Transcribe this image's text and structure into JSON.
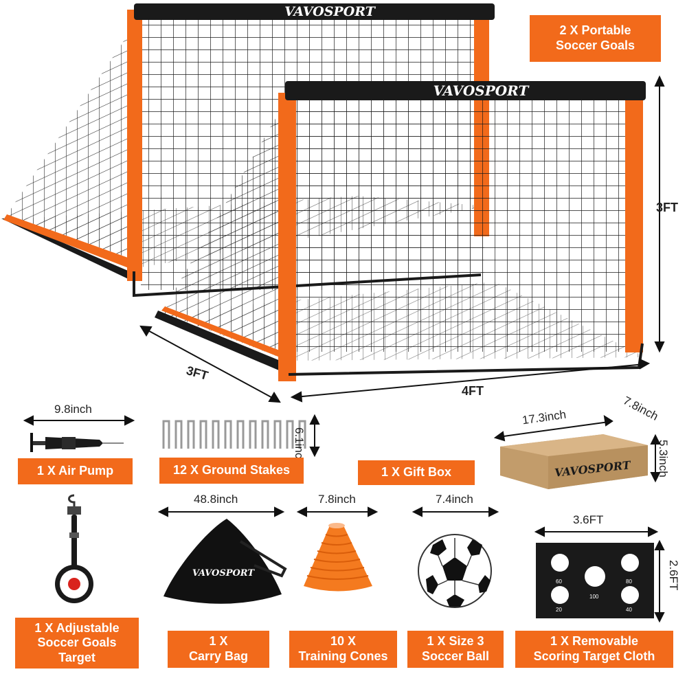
{
  "brand": "vavosport",
  "colors": {
    "accent": "#f26a1b",
    "frame": "#1a1a1a",
    "white": "#ffffff"
  },
  "labels": {
    "goals": [
      "2 X Portable",
      "Soccer Goals"
    ],
    "air_pump": "1 X Air Pump",
    "stakes": "12 X Ground Stakes",
    "gift_box": "1 X Gift Box",
    "target": [
      "1 X Adjustable",
      "Soccer Goals",
      "Target"
    ],
    "carry_bag": [
      "1 X",
      "Carry Bag"
    ],
    "cones": [
      "10 X",
      "Training Cones"
    ],
    "ball": [
      "1 X Size 3",
      "Soccer Ball"
    ],
    "cloth": [
      "1 X Removable",
      "Scoring Target Cloth"
    ]
  },
  "dimensions": {
    "goal_height": "3FT",
    "goal_depth": "3FT",
    "goal_width": "4FT",
    "pump_length": "9.8inch",
    "stake_length": "6.1inch",
    "box_length": "17.3inch",
    "box_depth": "7.8inch",
    "box_height": "5.3inch",
    "bag_width": "48.8inch",
    "cone_width": "7.8inch",
    "ball_width": "7.4inch",
    "cloth_width": "3.6FT",
    "cloth_height": "2.6FT"
  },
  "cloth_scores": [
    "60",
    "80",
    "100",
    "20",
    "40"
  ]
}
